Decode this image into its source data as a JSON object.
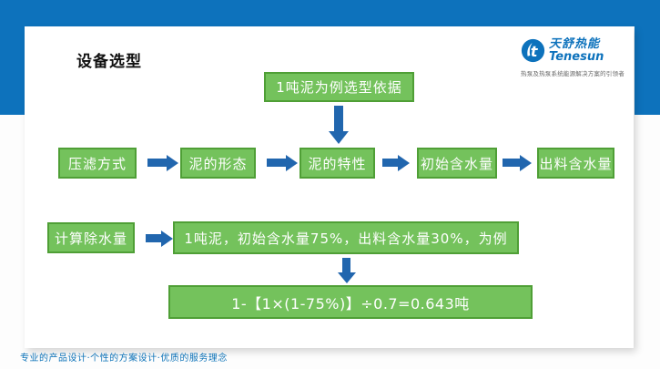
{
  "slide": {
    "title": "设备选型",
    "footer": "专业的产品设计·个性的方案设计·优质的服务理念",
    "logo": {
      "name_cn": "天舒热能",
      "name_en": "Tenesun",
      "tagline": "热泵及热泵系统能源解决方案的引领者"
    }
  },
  "flowchart": {
    "basis_box": "1吨泥为例选型依据",
    "row1": [
      "压滤方式",
      "泥的形态",
      "泥的特性",
      "初始含水量",
      "出料含水量"
    ],
    "calc_label": "计算除水量",
    "example_box": "1吨泥，初始含水量75%，出料含水量30%，为例",
    "formula_box": "1-【1×(1-75%)】÷0.7=0.643吨"
  },
  "colors": {
    "brand_blue": "#0d72bc",
    "arrow_blue": "#2166ae",
    "node_green": "#74c25c",
    "node_border_green": "#4f9f36"
  }
}
